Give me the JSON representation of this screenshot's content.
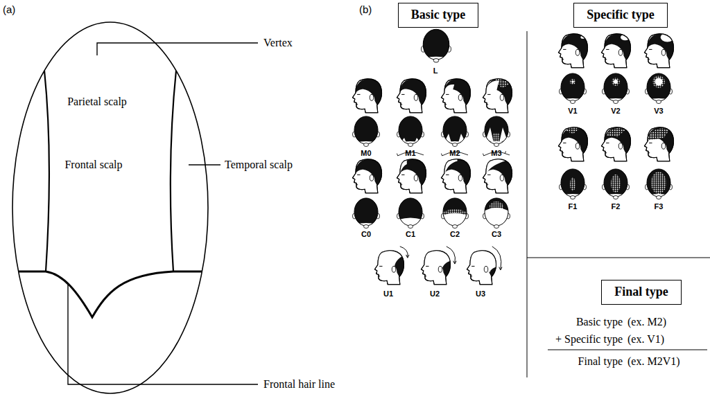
{
  "diagram": {
    "nodes": [
      {
        "text": [
          "Basic type"
        ]
      },
      {
        "text": [
          "Specific type"
        ]
      },
      {
        "text": [
          "Final type"
        ]
      }
    ],
    "labels": [
      "(a)",
      "(b)",
      "Vertex",
      "Parietal scalp",
      "Frontal scalp",
      "Temporal scalp",
      "Frontal hair line",
      "L",
      "M0",
      "M1",
      "M2",
      "M3",
      "C0",
      "C1",
      "C2",
      "C3",
      "U1",
      "U2",
      "U3",
      "V1",
      "V2",
      "V3",
      "F1",
      "F2",
      "F3",
      "Basic type",
      "(ex. M2)",
      "+ Specific type",
      "(ex. V1)",
      "Final type",
      "(ex. M2V1)"
    ]
  }
}
